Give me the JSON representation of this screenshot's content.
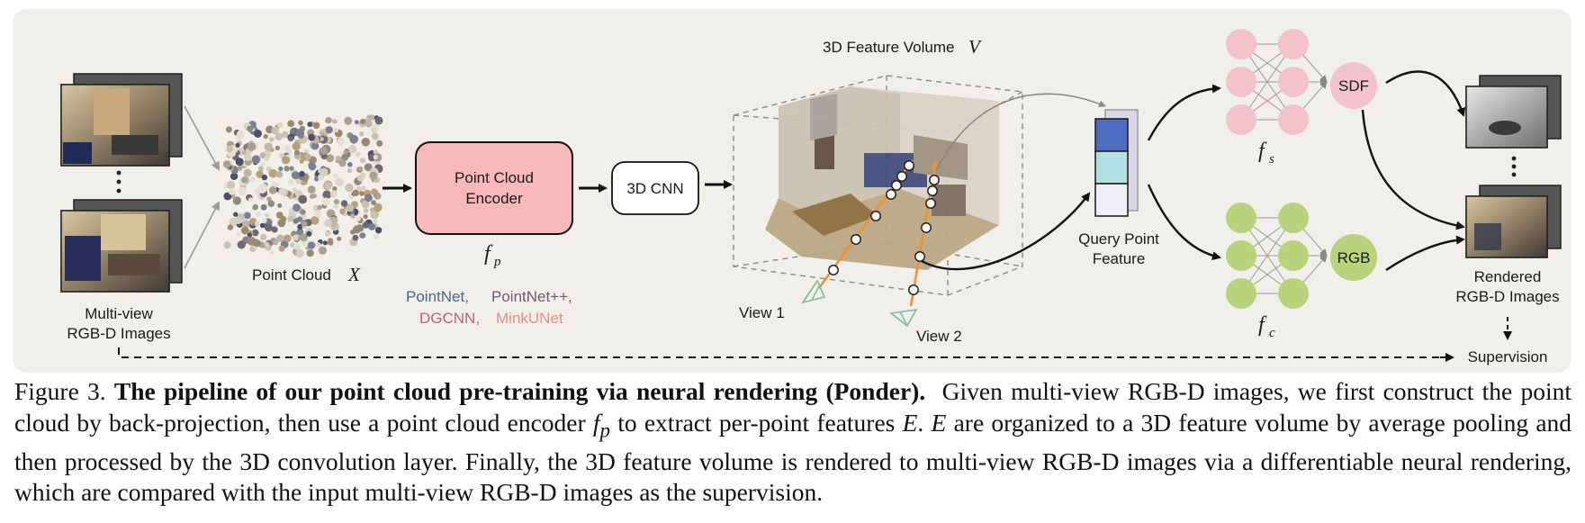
{
  "diagram": {
    "multiview_label_1": "Multi-view",
    "multiview_label_2": "RGB-D Images",
    "point_cloud_label": "Point Cloud",
    "point_cloud_symbol": "X",
    "encoder_label_1": "Point Cloud",
    "encoder_label_2": "Encoder",
    "encoder_symbol": "f",
    "encoder_symbol_sub": "p",
    "backbones": [
      {
        "name": "PointNet,",
        "color": "#4a6a8a"
      },
      {
        "name": "PointNet++,",
        "color": "#6a5a7a"
      },
      {
        "name": "DGCNN,",
        "color": "#c0607a"
      },
      {
        "name": "MinkUNet",
        "color": "#e88a8a"
      }
    ],
    "cnn_label": "3D CNN",
    "volume_label": "3D Feature Volume",
    "volume_symbol": "V",
    "view1_label": "View 1",
    "view2_label": "View 2",
    "query_label_1": "Query Point",
    "query_label_2": "Feature",
    "sdf_label": "SDF",
    "rgb_label": "RGB",
    "fs_symbol": "f",
    "fs_sub": "s",
    "fc_symbol": "f",
    "fc_sub": "c",
    "rendered_label_1": "Rendered",
    "rendered_label_2": "RGB-D Images",
    "supervision_label": "Supervision",
    "colors": {
      "encoder_fill": "#f6b8b8",
      "sdf_fill": "#f3c3cb",
      "rgb_fill": "#b9d27c",
      "query_blue": "#4d6bc0",
      "query_cyan": "#b3e0e2",
      "ray_orange": "#f0922e",
      "panel_bg": "#f1efea"
    }
  },
  "caption": {
    "figure_label": "Figure 3.",
    "title": "The pipeline of our point cloud pre-training via neural rendering (Ponder).",
    "body_1": "Given multi-view RGB-D images, we first construct the point cloud by back-projection, then use a point cloud encoder",
    "fp_symbol": "f",
    "fp_sub": "p",
    "body_2": "to extract per-point features",
    "e_symbol": "E",
    "body_3": ".",
    "body_4": "are organized to a 3D feature volume by average pooling and then processed by the 3D convolution layer. Finally, the 3D feature volume is rendered to multi-view RGB-D images via a differentiable neural rendering, which are compared with the input multi-view RGB-D images as the supervision."
  }
}
